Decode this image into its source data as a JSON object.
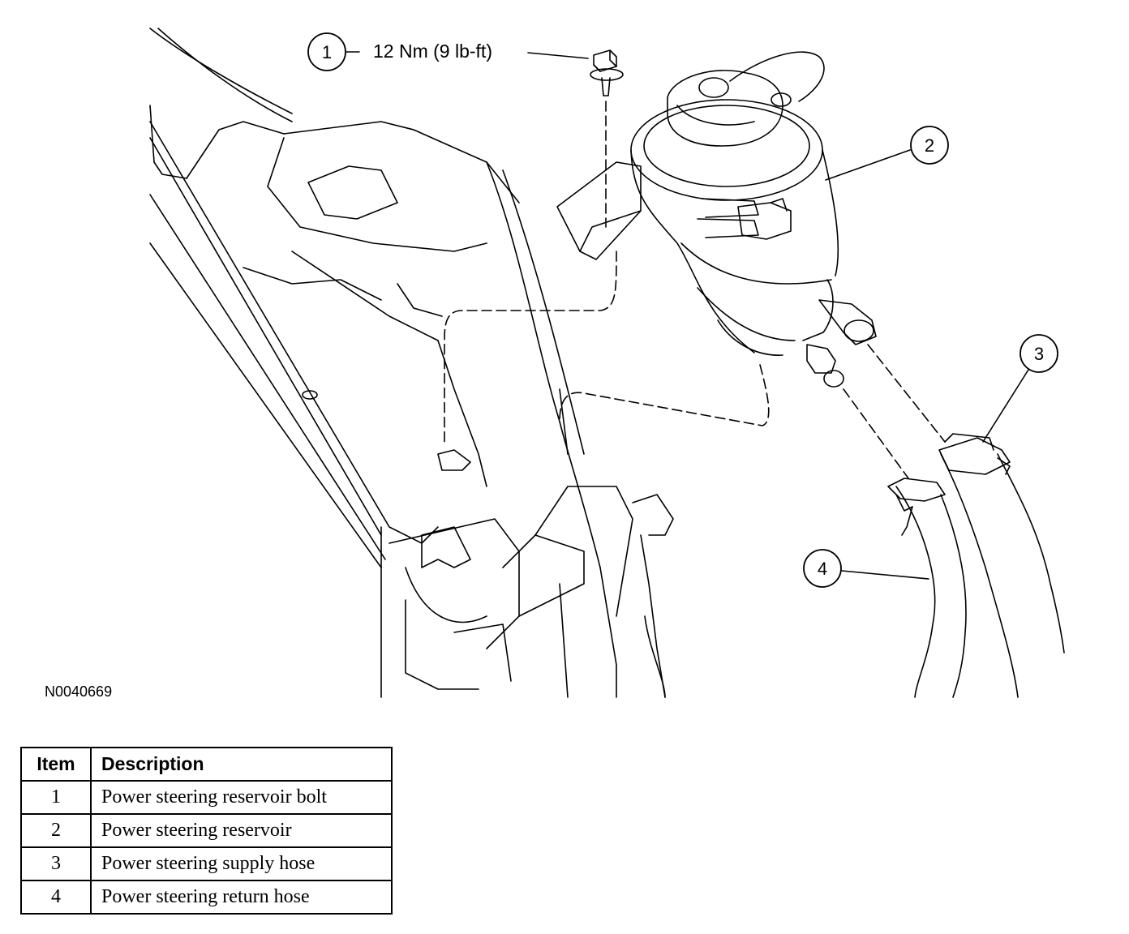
{
  "callouts": [
    {
      "number": "1"
    },
    {
      "number": "2"
    },
    {
      "number": "3"
    },
    {
      "number": "4"
    }
  ],
  "torque_spec": "12 Nm (9 lb-ft)",
  "figure_id": "N0040669",
  "legend": {
    "headers": {
      "item": "Item",
      "description": "Description"
    },
    "rows": [
      {
        "item": "1",
        "description": "Power steering reservoir bolt"
      },
      {
        "item": "2",
        "description": "Power steering reservoir"
      },
      {
        "item": "3",
        "description": "Power steering supply hose"
      },
      {
        "item": "4",
        "description": "Power steering return hose"
      }
    ]
  }
}
